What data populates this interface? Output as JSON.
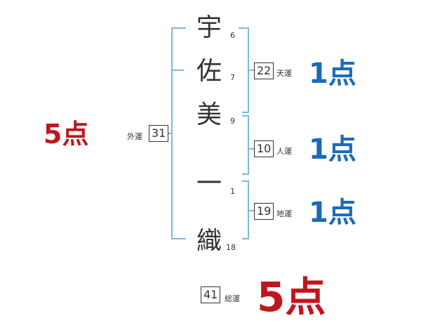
{
  "name": {
    "chars": [
      {
        "char": "宇",
        "strokes": "6"
      },
      {
        "char": "佐",
        "strokes": "7"
      },
      {
        "char": "美",
        "strokes": "9"
      },
      {
        "char": "一",
        "strokes": "1"
      },
      {
        "char": "織",
        "strokes": "18"
      }
    ]
  },
  "kakusu": {
    "gaiun": {
      "label": "外運",
      "value": "31",
      "score": "5点"
    },
    "tenun": {
      "label": "天運",
      "value": "22",
      "score": "1点"
    },
    "jinun": {
      "label": "人運",
      "value": "10",
      "score": "1点"
    },
    "chiun": {
      "label": "地運",
      "value": "19",
      "score": "1点"
    },
    "souun": {
      "label": "総運",
      "value": "41",
      "score": "5点"
    }
  },
  "colors": {
    "bracket": "#7fb8dc",
    "good": "#c0161e",
    "neutral": "#1a6bb8",
    "ink": "#333333"
  }
}
